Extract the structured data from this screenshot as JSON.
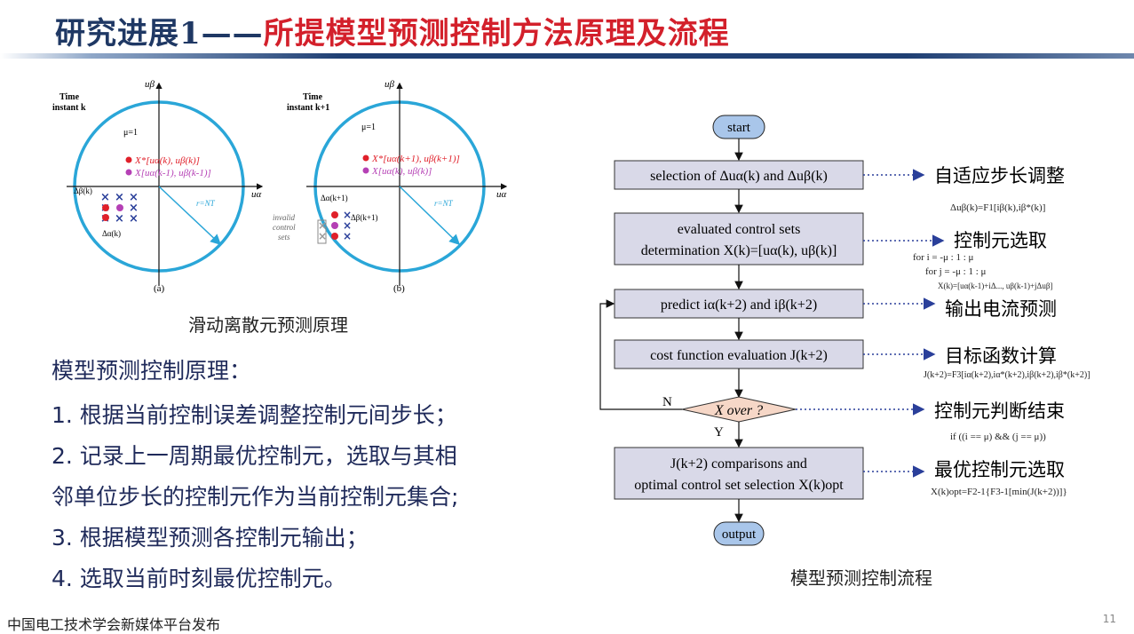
{
  "title": {
    "prefix": "研究进展1——",
    "main": "所提模型预测控制方法原理及流程"
  },
  "left_diagram": {
    "caption": "滑动离散元预测原理",
    "panel_a": {
      "time_label_1": "Time",
      "time_label_2": "instant k",
      "mu": "μ=1",
      "axis_u_beta": "uβ",
      "axis_u_alpha": "uα",
      "red_label": "X*[uα(k), uβ(k)]",
      "purple_label": "X[uα(k-1), uβ(k-1)]",
      "delta_beta": "Δβ(k)",
      "delta_alpha": "Δα(k)",
      "radius": "r=NT",
      "sub": "(a)"
    },
    "panel_b": {
      "time_label_1": "Time",
      "time_label_2": "instant k+1",
      "mu": "μ=1",
      "axis_u_beta": "uβ",
      "axis_u_alpha": "uα",
      "red_label": "X*[uα(k+1), uβ(k+1)]",
      "purple_label": "X[uα(k), uβ(k)]",
      "delta_alpha": "Δα(k+1)",
      "delta_beta": "Δβ(k+1)",
      "invalid_1": "invalid",
      "invalid_2": "control",
      "invalid_3": "sets",
      "radius": "r=NT",
      "sub": "(b)"
    }
  },
  "principle": {
    "heading": "模型预测控制原理：",
    "items": [
      "1. 根据当前控制误差调整控制元间步长；",
      "2. 记录上一周期最优控制元，选取与其相",
      "邻单位步长的控制元作为当前控制元集合;",
      "3. 根据模型预测各控制元输出；",
      "4. 选取当前时刻最优控制元。"
    ]
  },
  "flowchart": {
    "caption": "模型预测控制流程",
    "start": "start",
    "output": "output",
    "step1": "selection of Δuα(k) and Δuβ(k)",
    "step2_line1": "evaluated control sets",
    "step2_line2": "determination X(k)=[uα(k), uβ(k)]",
    "step3": "predict iα(k+2) and iβ(k+2)",
    "step4": "cost function evaluation J(k+2)",
    "decision": "X over ?",
    "no_label": "N",
    "yes_label": "Y",
    "step5_line1": "J(k+2) comparisons and",
    "step5_line2": "optimal control set selection X(k)opt",
    "notes": [
      "自适应步长调整",
      "控制元选取",
      "输出电流预测",
      "目标函数计算",
      "控制元判断结束",
      "最优控制元选取"
    ],
    "formulas": [
      "Δuβ(k)=F1[iβ(k),iβ*(k)]",
      "for i = -μ : 1 : μ",
      "for j = -μ : 1 : μ",
      "X(k)=[uα(k-1)+iΔ..., uβ(k-1)+jΔuβ]",
      "J(k+2)=F3[iα(k+2),iα*(k+2),iβ(k+2),iβ*(k+2)]",
      "if ((i == μ) && (j == μ))",
      "X(k)opt=F2-1{F3-1[min(J(k+2))]}"
    ]
  },
  "footer": {
    "source": "中国电工技术学会新媒体平台发布",
    "page": "11"
  },
  "colors": {
    "title_dark": "#1f3864",
    "title_red": "#d3202b",
    "circle": "#2aa6d8",
    "red_dot": "#e0202a",
    "purple_dot": "#b540b5",
    "cross": "#2a3f9a",
    "box_fill": "#d9d9e8",
    "terminal_fill": "#a9c6ea",
    "decision_fill": "#f6d7c7",
    "dotted_arrow": "#2a3f9a"
  }
}
